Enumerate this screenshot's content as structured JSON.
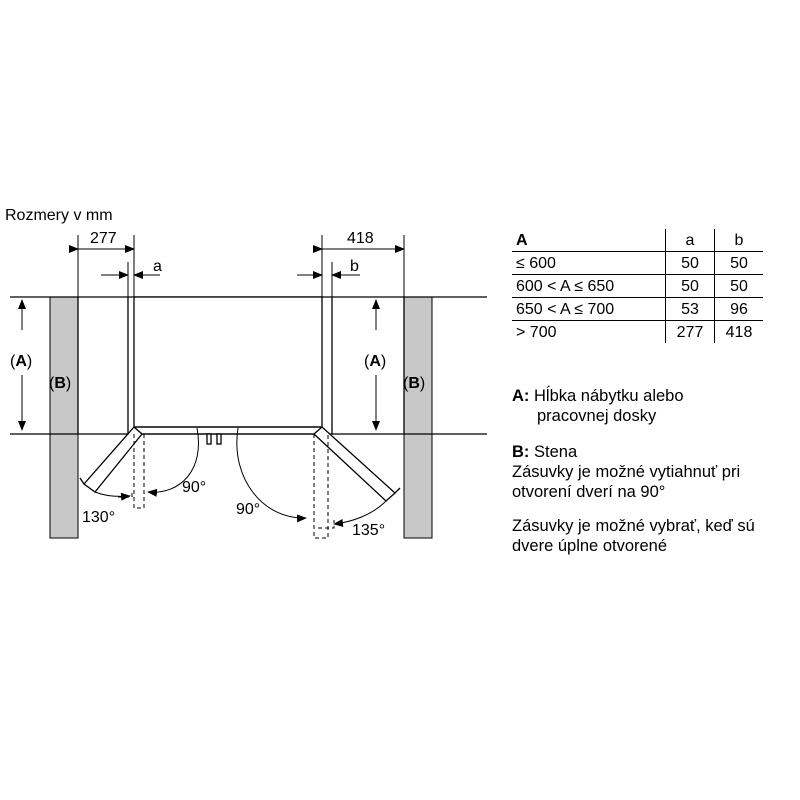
{
  "diagram": {
    "caption": "Rozmery v mm",
    "dim_left": "277",
    "dim_right": "418",
    "gap_left": "a",
    "gap_right": "b",
    "label_a": "A",
    "label_b": "B",
    "angle_left_inner": "90°",
    "angle_left_outer": "130°",
    "angle_right_inner": "90°",
    "angle_right_outer": "135°"
  },
  "table": {
    "header": [
      "A",
      "a",
      "b"
    ],
    "rows": [
      {
        "range": "≤ 600",
        "a": "50",
        "b": "50"
      },
      {
        "range": "600 < A ≤ 650",
        "a": "50",
        "b": "50"
      },
      {
        "range": "650 < A ≤ 700",
        "a": "53",
        "b": "96"
      },
      {
        "range": "> 700",
        "a": "277",
        "b": "418"
      }
    ]
  },
  "notes": {
    "a_key": "A:",
    "a_line1": "Hĺbka nábytku alebo",
    "a_line2": "pracovnej dosky",
    "b_key": "B:",
    "b_line1": "Stena",
    "b_line2": "Zásuvky je možné vytiahnuť pri",
    "b_line3": "otvorení dverí na 90°",
    "c_line1": "Zásuvky je možné vybrať, keď sú",
    "c_line2": "dvere úplne otvorené"
  }
}
